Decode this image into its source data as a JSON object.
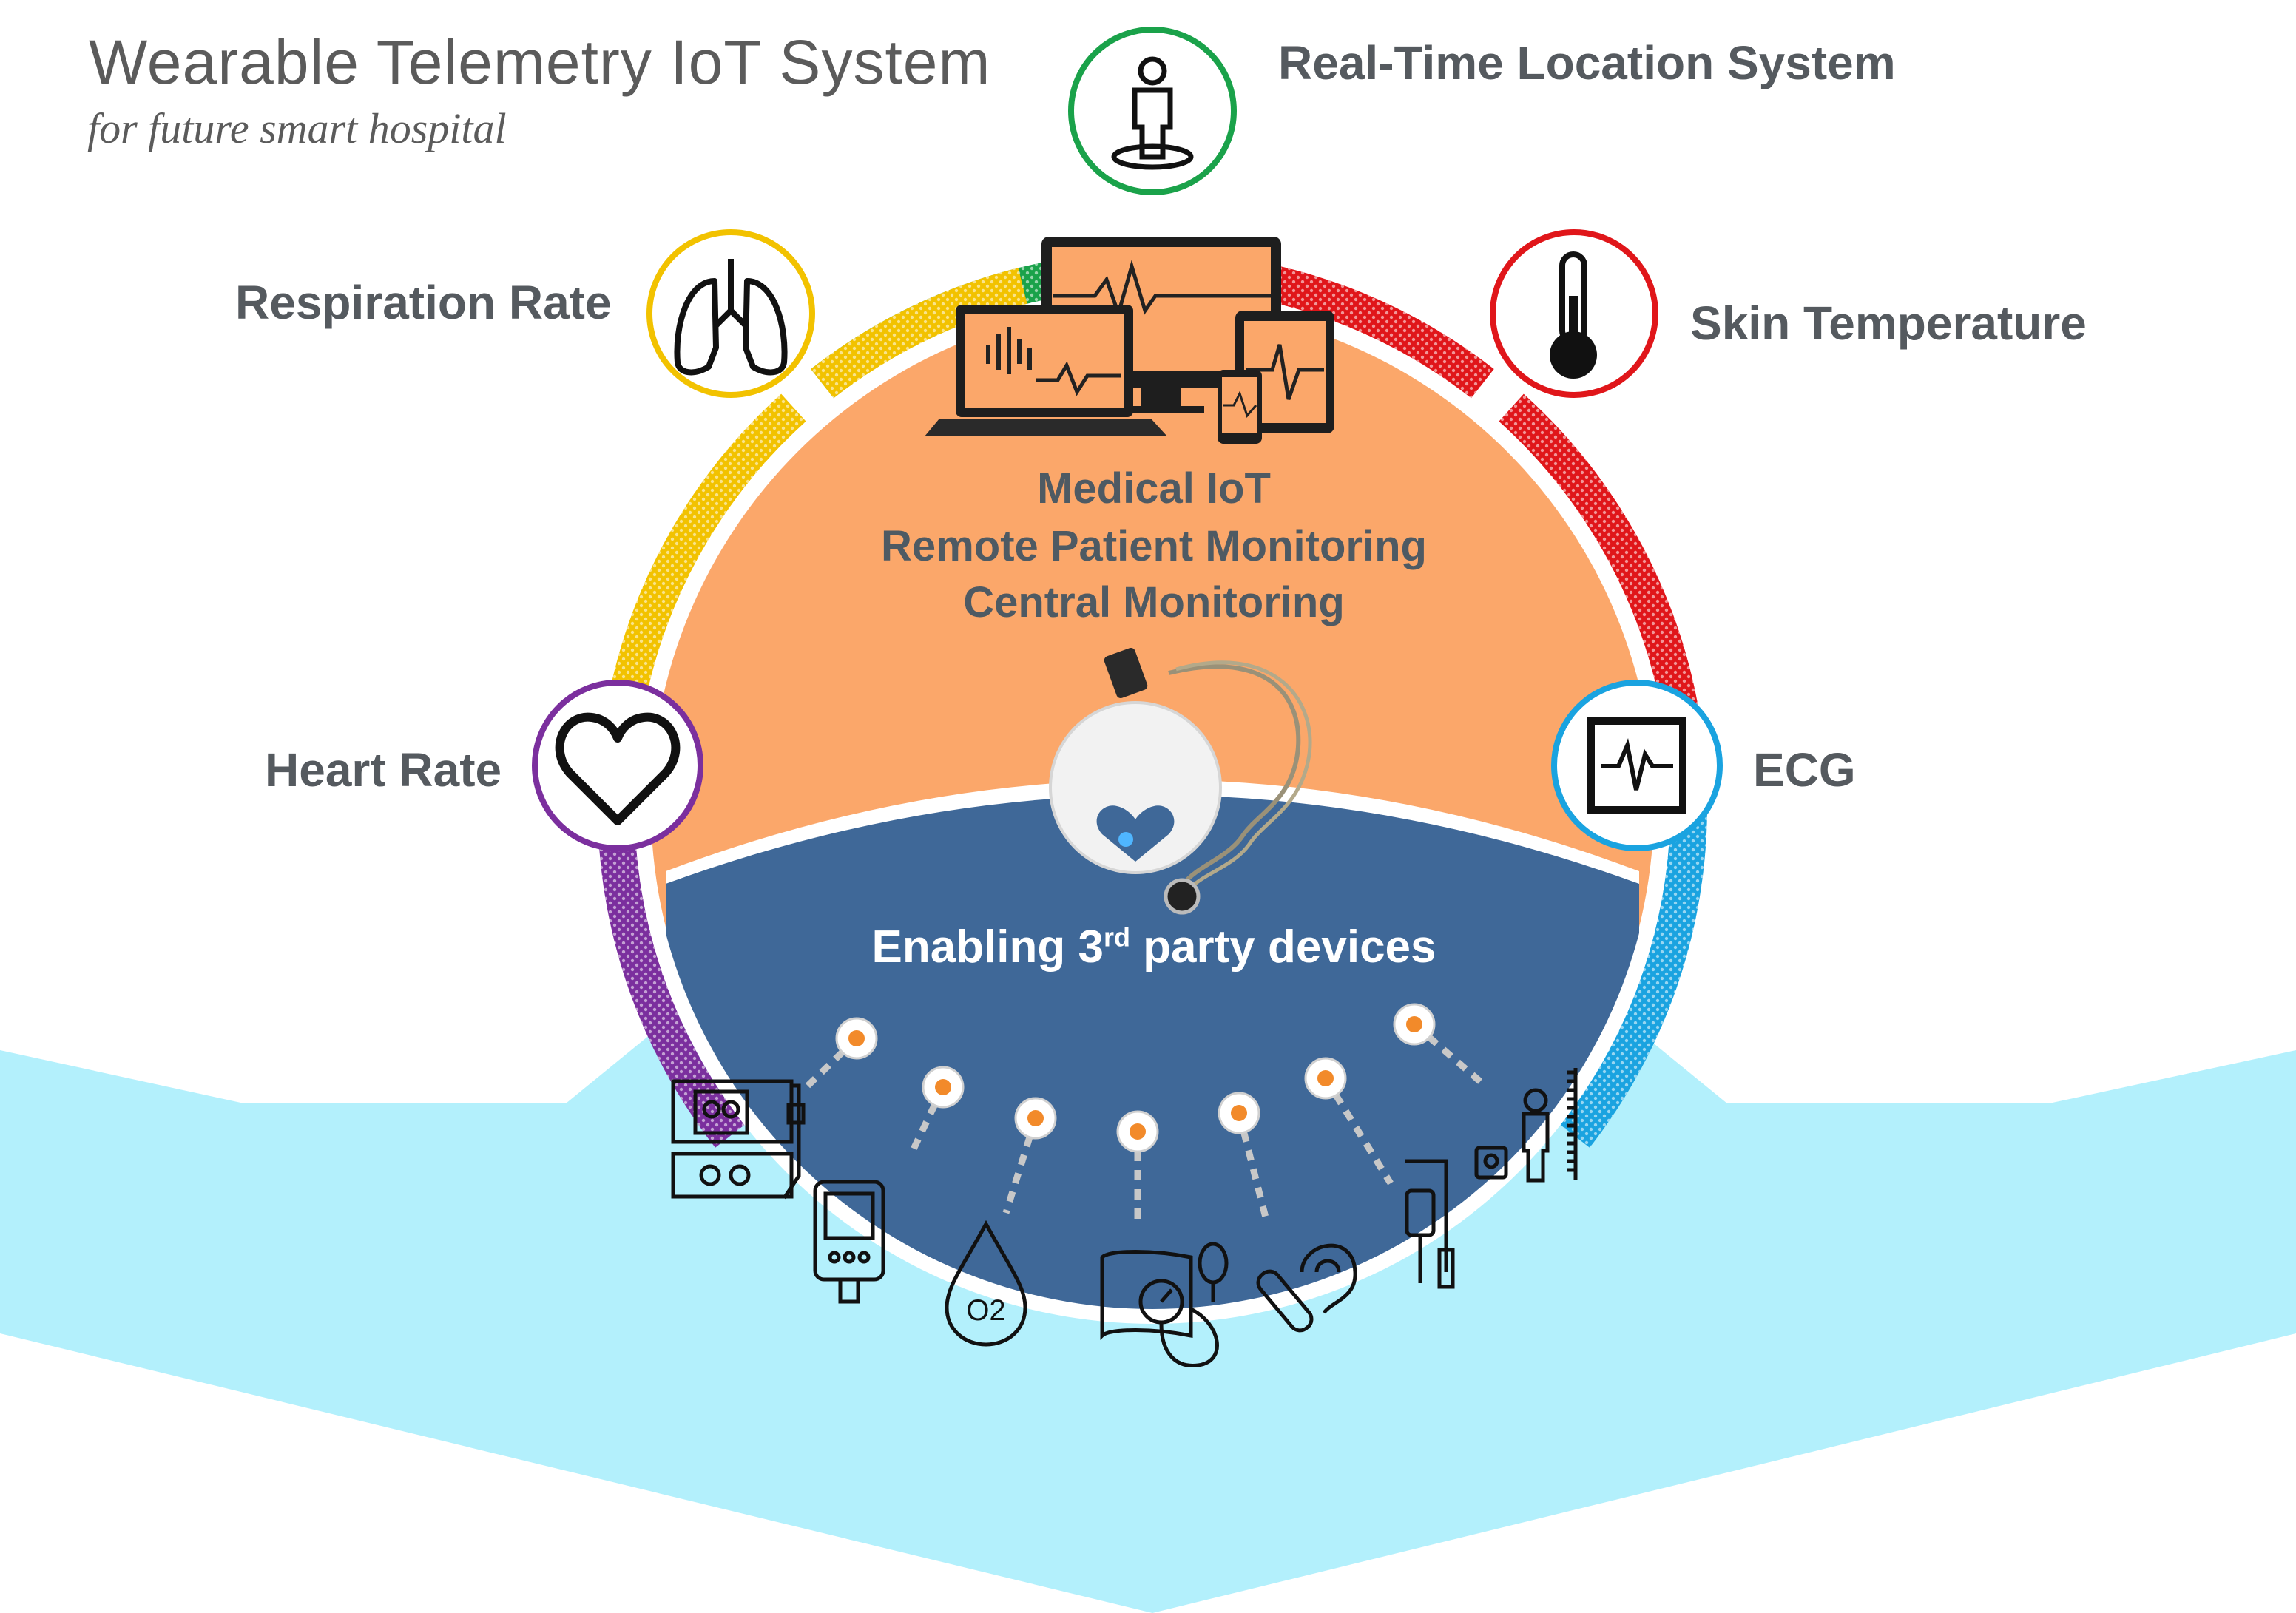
{
  "header": {
    "title": "Wearable Telemetry IoT System",
    "subtitle": "for future smart hospital"
  },
  "parameters": [
    {
      "label": "Real-Time Location System",
      "icon": "person-location-icon",
      "color": "#1aa24a"
    },
    {
      "label": "Respiration Rate",
      "icon": "lungs-icon",
      "color": "#f2c200"
    },
    {
      "label": "Skin Temperature",
      "icon": "thermometer-icon",
      "color": "#e0161a"
    },
    {
      "label": "Heart Rate",
      "icon": "heart-icon",
      "color": "#7b2f9e"
    },
    {
      "label": "ECG",
      "icon": "ecg-monitor-icon",
      "color": "#1aa3e0"
    }
  ],
  "center": {
    "lines": [
      "Medical IoT",
      "Remote Patient Monitoring",
      "Central Monitoring"
    ],
    "icon": "multi-device-monitor-icon",
    "device_icon": "wearable-sensor-icon"
  },
  "bottom": {
    "label_main": "Enabling 3",
    "label_sup": "rd",
    "label_rest": " party devices"
  },
  "third_party_devices": [
    {
      "icon": "dialysis-machine-icon"
    },
    {
      "icon": "glucometer-icon"
    },
    {
      "icon": "oxygen-drop-icon",
      "text": "O2"
    },
    {
      "icon": "blood-pressure-cuff-icon"
    },
    {
      "icon": "ear-thermometer-icon"
    },
    {
      "icon": "iv-infusion-icon"
    },
    {
      "icon": "weight-height-scale-icon"
    }
  ],
  "colors": {
    "orange": "#fba76a",
    "navy": "#3f6898",
    "light_blue": "#b3f0fc",
    "text_gray": "#555a5f"
  }
}
